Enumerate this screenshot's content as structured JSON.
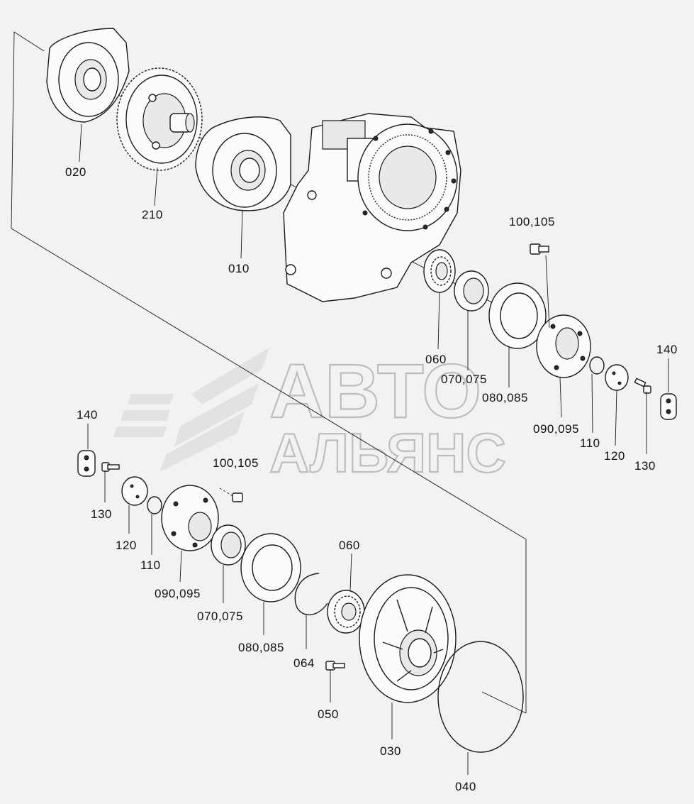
{
  "watermark": {
    "line1": "АВТО",
    "line2": "АЛЬЯНС"
  },
  "callouts": {
    "c020": "020",
    "c210": "210",
    "c010": "010",
    "c100_105_top": "100,105",
    "c060_top": "060",
    "c070_075_top": "070,075",
    "c080_085_top": "080,085",
    "c090_095_top": "090,095",
    "c110_top": "110",
    "c120_top": "120",
    "c130_top": "130",
    "c140_top": "140",
    "c140_left": "140",
    "c130_left": "130",
    "c120_left": "120",
    "c110_left": "110",
    "c090_095_left": "090,095",
    "c100_105_mid": "100,105",
    "c070_075_bot": "070,075",
    "c080_085_bot": "080,085",
    "c064": "064",
    "c060_bot": "060",
    "c050": "050",
    "c030": "030",
    "c040": "040"
  }
}
